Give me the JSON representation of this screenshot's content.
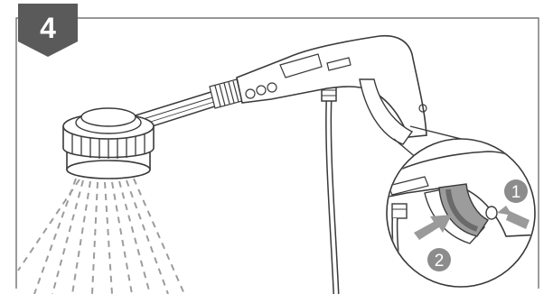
{
  "step": {
    "number": "4"
  },
  "callouts": [
    {
      "label": "1"
    },
    {
      "label": "2"
    }
  ],
  "icons": {
    "step_badge": "pentagon-step-badge",
    "push_arrow": "arrow-right-icon",
    "press_arrow": "arrow-left-icon"
  },
  "colors": {
    "badge": "#5a5a5a",
    "callout": "#8c8c8c",
    "arrow": "#9a9a9a",
    "line": "#3a3a3a",
    "spray": "#9c9c9c"
  }
}
